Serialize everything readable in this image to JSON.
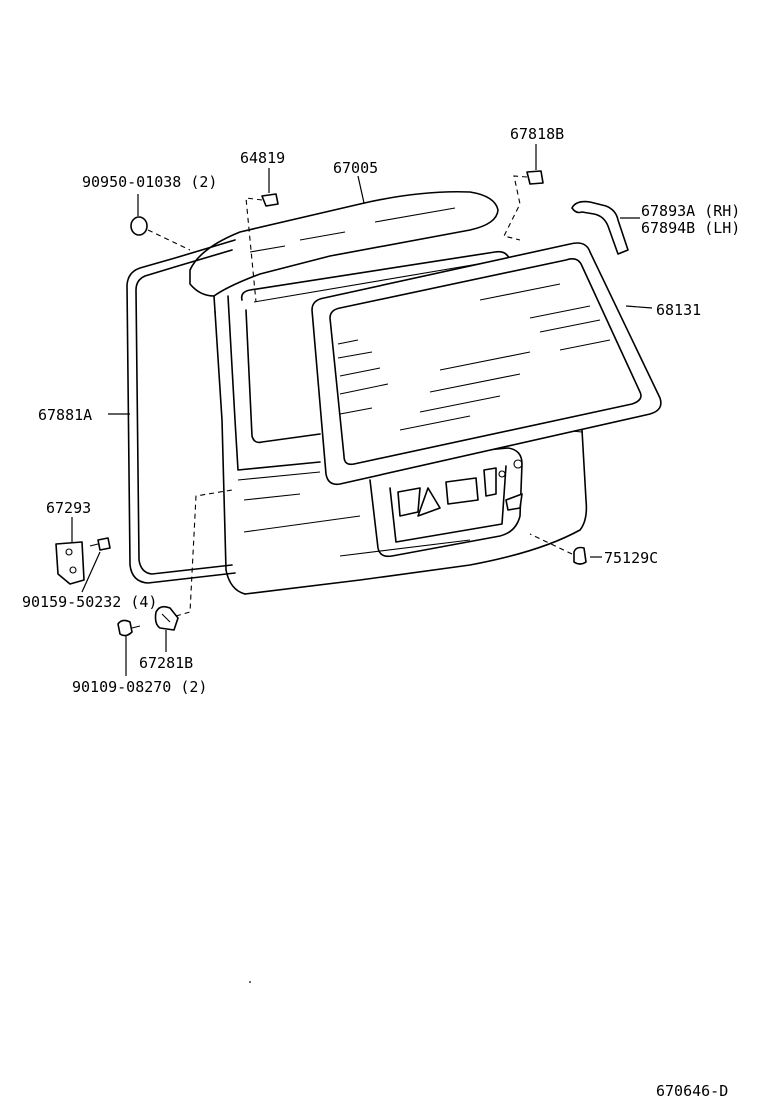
{
  "diagram": {
    "parts": [
      {
        "id": "p1",
        "label": "90950-01038 (2)"
      },
      {
        "id": "p2",
        "label": "64819"
      },
      {
        "id": "p3",
        "label": "67005"
      },
      {
        "id": "p4",
        "label": "67818B"
      },
      {
        "id": "p5",
        "label": "67893A (RH)"
      },
      {
        "id": "p6",
        "label": "67894B (LH)"
      },
      {
        "id": "p7",
        "label": "68131"
      },
      {
        "id": "p8",
        "label": "67881A"
      },
      {
        "id": "p9",
        "label": "67293"
      },
      {
        "id": "p10",
        "label": "90159-50232 (4)"
      },
      {
        "id": "p11",
        "label": "75129C"
      },
      {
        "id": "p12",
        "label": "67281B"
      },
      {
        "id": "p13",
        "label": "90109-08270 (2)"
      }
    ],
    "figure_code": "670646-D"
  }
}
